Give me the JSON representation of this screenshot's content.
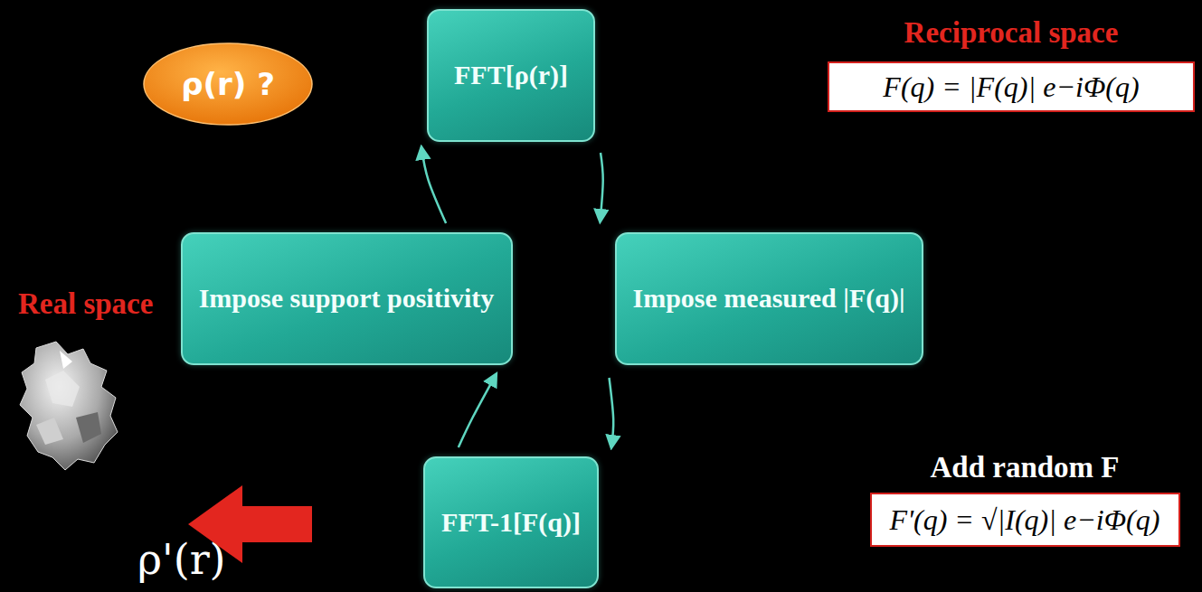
{
  "diagram": {
    "nodes": [
      {
        "text": [
          "ρ(r) ?"
        ]
      },
      {
        "text": [
          "FFT[ρ(r)]"
        ]
      },
      {
        "text": [
          "Reciprocal space",
          "F(q) = |F(q)| e−iΦ(q)"
        ]
      },
      {
        "text": [
          "Impose measured |F(q)|"
        ]
      },
      {
        "text": [
          "FFT-1[F(q)]"
        ]
      },
      {
        "text": [
          "Add random F",
          "F'(q) = √|I(q)| e−iΦ(q)"
        ]
      },
      {
        "text": [
          "Impose support positivity"
        ]
      }
    ],
    "edges": [
      {
        "from": 1,
        "to": 3,
        "arrow": "to"
      },
      {
        "from": 3,
        "to": 4,
        "arrow": "to"
      },
      {
        "from": 4,
        "to": 6,
        "arrow": "to"
      },
      {
        "from": 6,
        "to": 1,
        "arrow": "to"
      }
    ],
    "labels": [
      "Real space",
      "ρ'(r)"
    ]
  }
}
